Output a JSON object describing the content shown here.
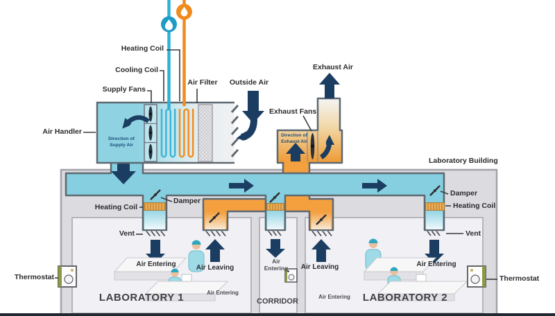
{
  "title": "Laboratory HVAC airflow diagram",
  "labels": {
    "heating_coil_top": "Heating Coil",
    "cooling_coil": "Cooling Coil",
    "supply_fans": "Supply Fans",
    "air_filter": "Air Filter",
    "outside_air": "Outside Air",
    "exhaust_air": "Exhaust Air",
    "exhaust_fans": "Exhaust Fans",
    "air_handler": "Air Handler",
    "laboratory_building": "Laboratory Building"
  },
  "air_handler": {
    "direction": "Direction of Supply Air"
  },
  "exhaust_unit": {
    "direction": "Direction of Exhaust Air"
  },
  "supply_left": {
    "damper": "Damper",
    "heating_coil": "Heating Coil",
    "vent": "Vent"
  },
  "supply_right": {
    "damper": "Damper",
    "heating_coil": "Heating Coil",
    "vent": "Vent"
  },
  "lab1": {
    "name": "LABORATORY 1",
    "air_entering": "Air Entering",
    "air_leaving": "Air Leaving",
    "door_air_entering": "Air Entering",
    "thermostat": "Thermostat"
  },
  "corridor": {
    "name": "CORRIDOR",
    "air_entering": "Air Entering"
  },
  "lab2": {
    "name": "LABORATORY 2",
    "air_entering": "Air Entering",
    "air_leaving": "Air Leaving",
    "door_air_entering": "Air Entering",
    "thermostat": "Thermostat"
  },
  "icons": {
    "cooling_supply": "droplet-icon",
    "heating_supply": "flame-icon"
  },
  "colors": {
    "supply_air": "#85cfe0",
    "exhaust_air_duct": "#f4a03f",
    "arrow": "#1a3d61",
    "cooling_pipe": "#2fb0d4",
    "heating_pipe": "#f08c1e",
    "building": "#dcdbdf",
    "room": "#f1f0f4"
  }
}
